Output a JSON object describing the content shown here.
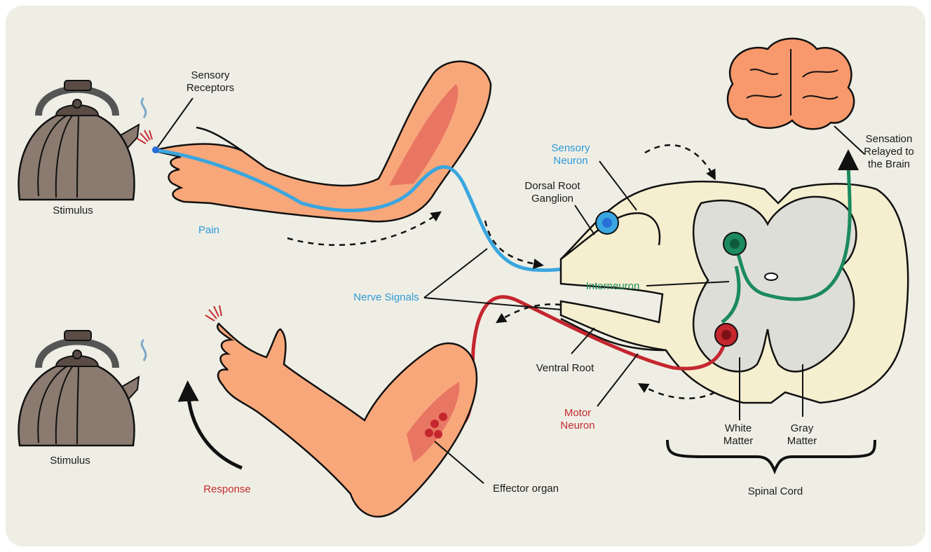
{
  "labels": {
    "sensory_receptors": "Sensory Receptors",
    "stimulus_top": "Stimulus",
    "pain": "Pain",
    "sensory_neuron": "Sensory Neuron",
    "dorsal_root_ganglion": "Dorsal Root Ganglion",
    "sensation_relayed": "Sensation Relayed to the Brain",
    "nerve_signals": "Nerve Signals",
    "interneuron": "Interneuron",
    "ventral_root": "Ventral Root",
    "motor_neuron": "Motor Neuron",
    "white_matter": "White Matter",
    "gray_matter": "Gray Matter",
    "spinal_cord": "Spinal Cord",
    "stimulus_bottom": "Stimulus",
    "response": "Response",
    "effector_organ": "Effector organ"
  },
  "colors": {
    "background": "#efeee5",
    "skin": "#f8a77a",
    "skin_outline": "#111111",
    "muscle": "#e36a5e",
    "kettle": "#8a7a70",
    "kettle_dark": "#5a4c45",
    "sensory_neuron": "#3aa6df",
    "sensory_soma": "#2870d8",
    "interneuron": "#1b8a5e",
    "motor_neuron": "#c4262e",
    "brain": "#f7996c",
    "spinal_white": "#f5efd0",
    "spinal_gray": "#deded8"
  },
  "icons": [
    "kettle-icon",
    "steam-icon",
    "brain-icon",
    "arm-icon",
    "spinal-cord-icon"
  ]
}
